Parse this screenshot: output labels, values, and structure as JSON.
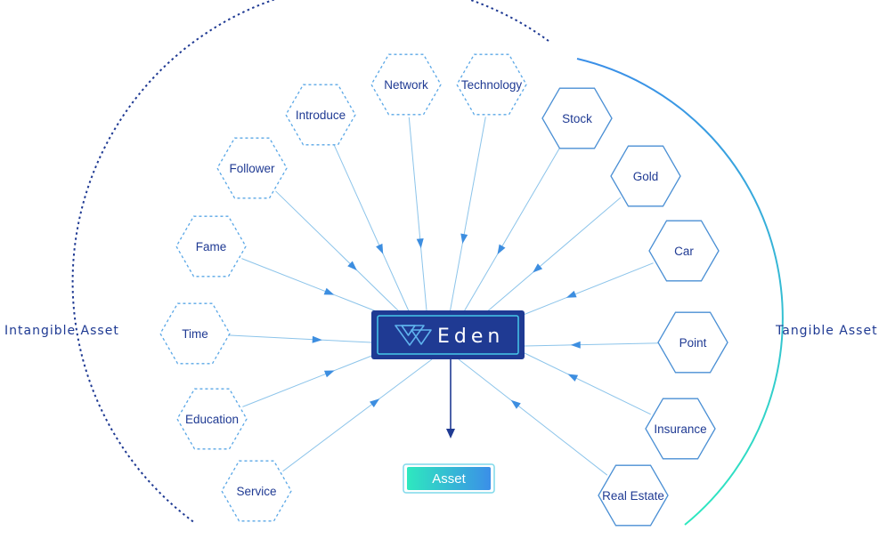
{
  "left_group": {
    "label": "Intangible Asset"
  },
  "right_group": {
    "label": "Tangible Asset"
  },
  "center": {
    "label": "Eden"
  },
  "output": {
    "label": "Asset"
  },
  "intangible_items": [
    {
      "id": "network",
      "label": "Network"
    },
    {
      "id": "technology",
      "label": "Technology"
    },
    {
      "id": "introduce",
      "label": "Introduce"
    },
    {
      "id": "follower",
      "label": "Follower"
    },
    {
      "id": "fame",
      "label": "Fame"
    },
    {
      "id": "time",
      "label": "Time"
    },
    {
      "id": "education",
      "label": "Education"
    },
    {
      "id": "service",
      "label": "Service"
    }
  ],
  "tangible_items": [
    {
      "id": "stock",
      "label": "Stock"
    },
    {
      "id": "gold",
      "label": "Gold"
    },
    {
      "id": "car",
      "label": "Car"
    },
    {
      "id": "point",
      "label": "Point"
    },
    {
      "id": "insurance",
      "label": "Insurance"
    },
    {
      "id": "real-estate",
      "label": "Real Estate"
    }
  ],
  "colors": {
    "text": "#1f3a93",
    "connector": "#8cc4ea",
    "arrowhead": "#3d8ee0",
    "intangible_stroke": "#5aa7e6",
    "tangible_stroke": "#4a8fd4",
    "eden_fill": "#1f3a93",
    "eden_inner": "#46c7ea",
    "asset_gradient_start": "#2ee8bf",
    "asset_gradient_end": "#3b8fe8",
    "left_arc": "#1f3a93",
    "right_arc_start": "#3b8fe8",
    "right_arc_end": "#2ee8bf"
  }
}
